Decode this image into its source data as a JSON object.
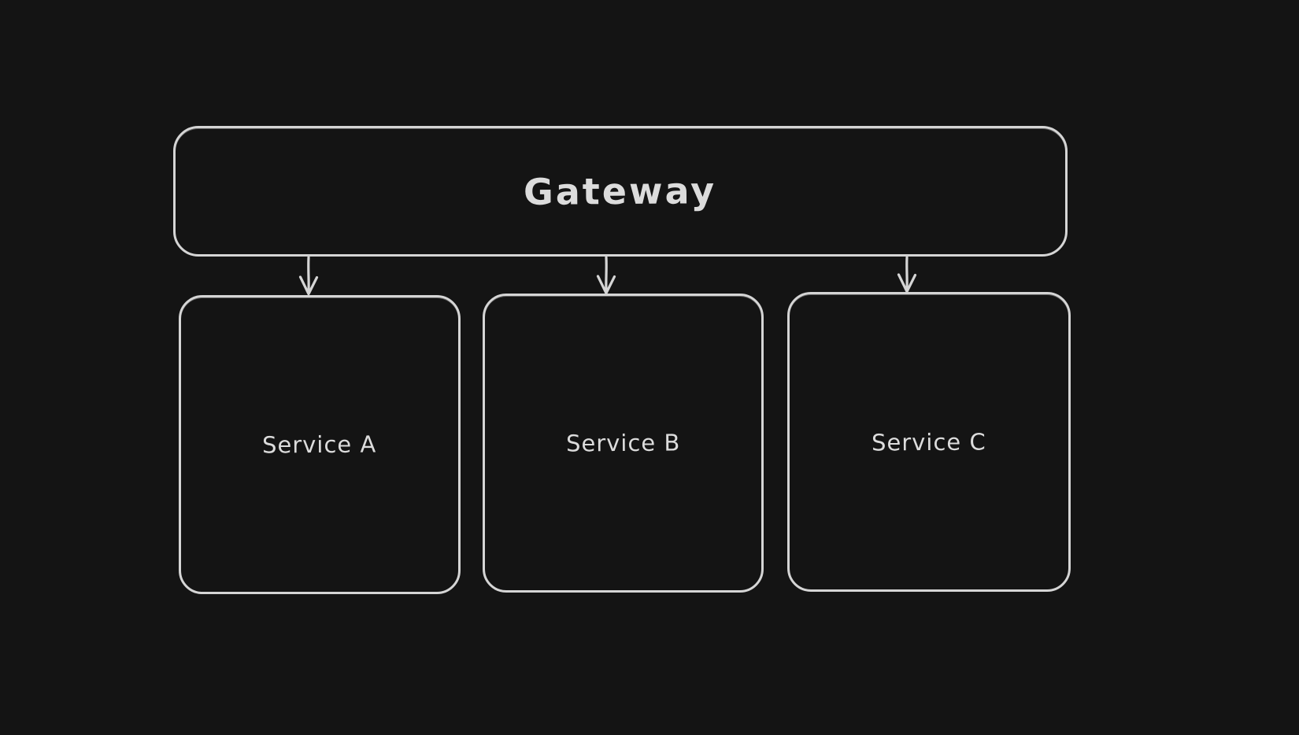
{
  "diagram": {
    "style": "hand-drawn-whiteboard-dark",
    "colors": {
      "background": "#141414",
      "stroke": "#d5d5d5",
      "text": "#dcdcdc"
    },
    "nodes": [
      {
        "id": "gateway",
        "label": "Gateway",
        "shape": "rounded-rectangle"
      },
      {
        "id": "service-a",
        "label": "Service A",
        "shape": "rounded-rectangle"
      },
      {
        "id": "service-b",
        "label": "Service B",
        "shape": "rounded-rectangle"
      },
      {
        "id": "service-c",
        "label": "Service C",
        "shape": "rounded-rectangle"
      }
    ],
    "edges": [
      {
        "from": "gateway",
        "to": "service-a",
        "type": "arrow-down"
      },
      {
        "from": "gateway",
        "to": "service-b",
        "type": "arrow-down"
      },
      {
        "from": "gateway",
        "to": "service-c",
        "type": "arrow-down"
      }
    ]
  }
}
